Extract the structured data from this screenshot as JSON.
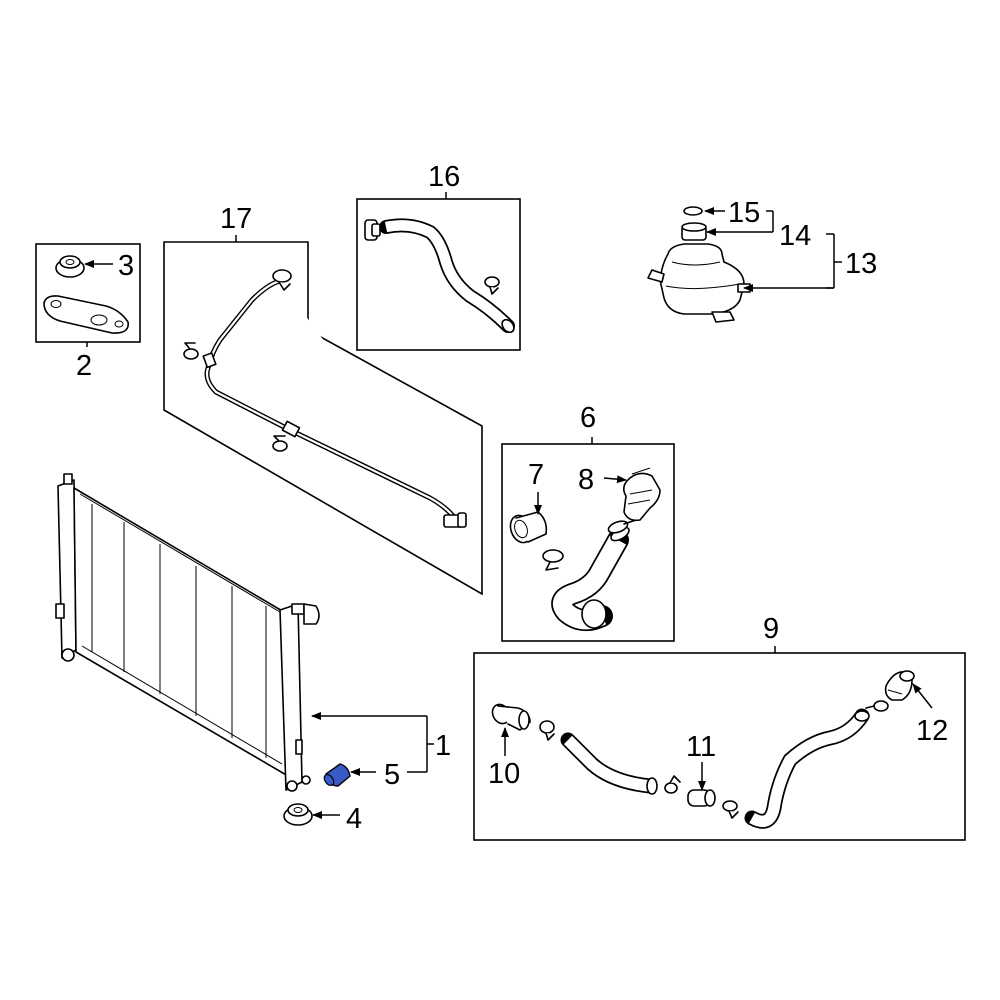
{
  "labels": {
    "c1": "1",
    "c2": "2",
    "c3": "3",
    "c4": "4",
    "c5": "5",
    "c6": "6",
    "c7": "7",
    "c8": "8",
    "c9": "9",
    "c10": "10",
    "c11": "11",
    "c12": "12",
    "c13": "13",
    "c14": "14",
    "c15": "15",
    "c16": "16",
    "c17": "17"
  },
  "colors": {
    "highlight": "#3a5bc7",
    "line": "#000000",
    "background": "#ffffff"
  }
}
